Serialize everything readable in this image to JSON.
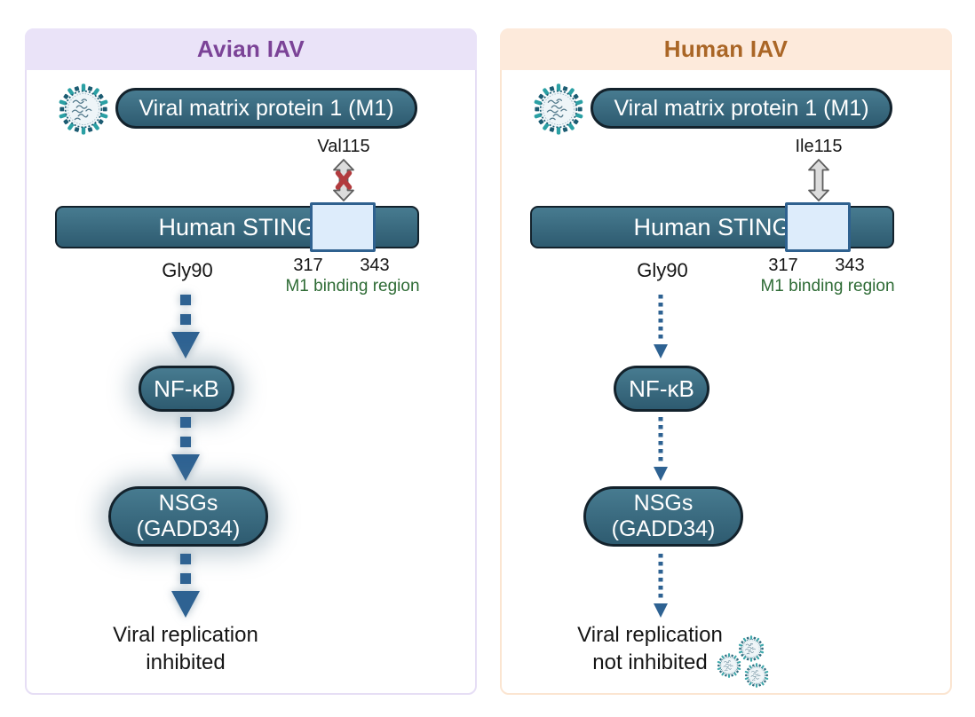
{
  "figure": {
    "description": "Comparison of avian vs human influenza A virus M1 protein interaction with human STING",
    "panels": [
      {
        "title": "Avian IAV",
        "m1_label": "Viral matrix protein 1 (M1)",
        "residue_label": "Val115",
        "interaction": "blocked",
        "sting_label": "Human STING",
        "region_start": "317",
        "region_end": "343",
        "region_label": "M1 binding region",
        "activation_residue": "Gly90",
        "node1_label": "NF-κB",
        "node2_line1": "NSGs",
        "node2_line2": "(GADD34)",
        "outcome_line1": "Viral replication",
        "outcome_line2": "inhibited"
      },
      {
        "title": "Human IAV",
        "m1_label": "Viral matrix protein 1 (M1)",
        "residue_label": "Ile115",
        "interaction": "binding",
        "sting_label": "Human STING",
        "region_start": "317",
        "region_end": "343",
        "region_label": "M1 binding region",
        "activation_residue": "Gly90",
        "node1_label": "NF-κB",
        "node2_line1": "NSGs",
        "node2_line2": "(GADD34)",
        "outcome_line1": "Viral replication",
        "outcome_line2": "not inhibited"
      }
    ],
    "colors": {
      "avian_header_bg": "#eae3f8",
      "avian_title_text": "#7b4397",
      "avian_panel_border": "#e6def5",
      "human_header_bg": "#fdeadb",
      "human_title_text": "#aa6626",
      "human_panel_border": "#fbe5d1",
      "protein_fill": "#3a6b80",
      "protein_border": "#13222c",
      "binding_region_fill": "#ddecfb",
      "binding_region_border": "#2f618f",
      "arrow_blue": "#2e6292",
      "blocked_x_red": "#b23b3e",
      "region_label_green": "#2e6b35",
      "virion_spike_teal": "#2ba0a4",
      "virion_spike_dark": "#1c5c72"
    }
  }
}
